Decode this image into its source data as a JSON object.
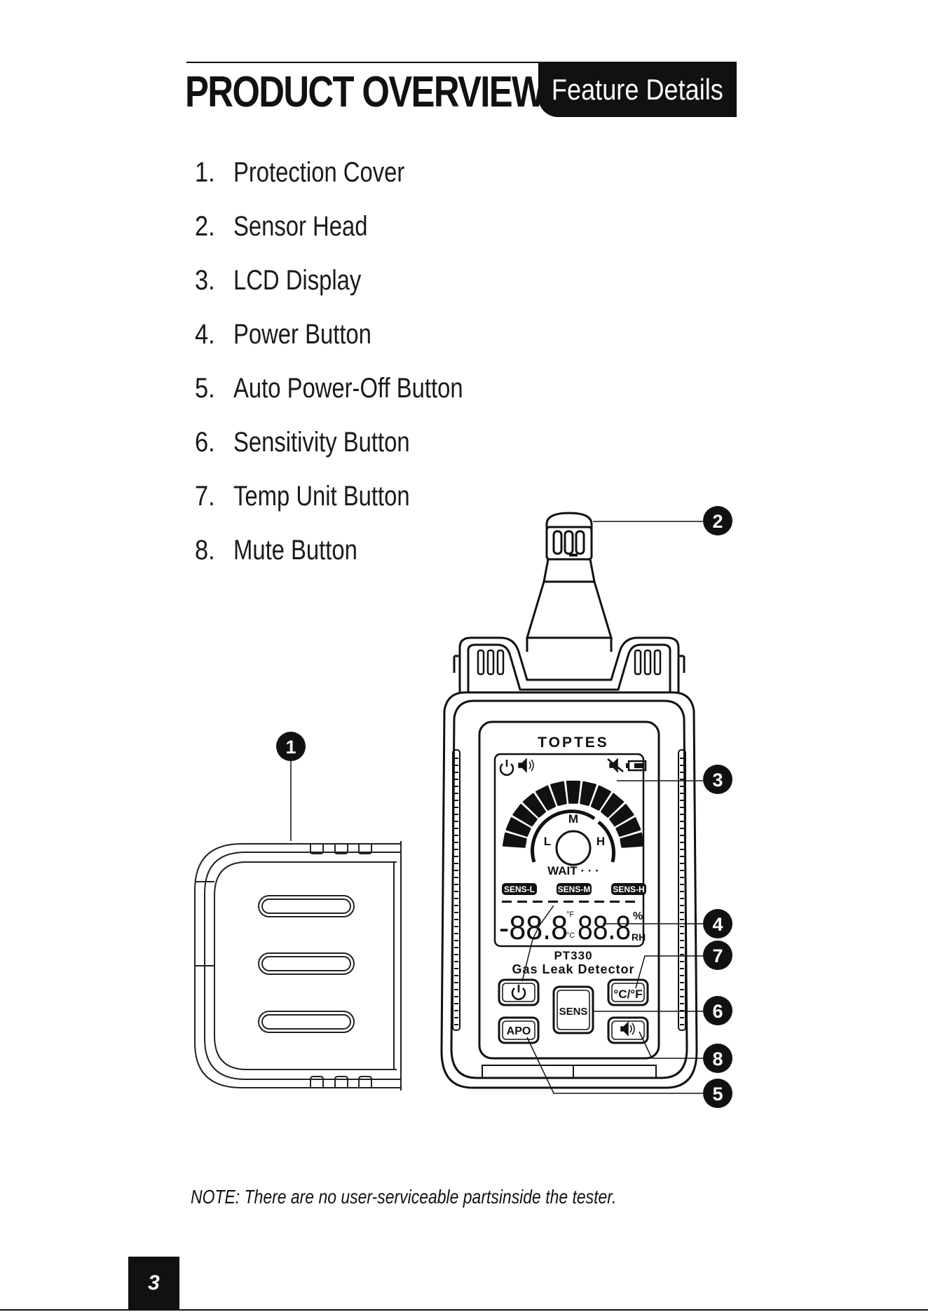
{
  "header": {
    "title": "PRODUCT OVERVIEW",
    "tab_label": "Feature Details"
  },
  "features": [
    {
      "number": "1.",
      "label": "Protection Cover"
    },
    {
      "number": "2.",
      "label": "Sensor Head"
    },
    {
      "number": "3.",
      "label": "LCD Display"
    },
    {
      "number": "4.",
      "label": "Power Button"
    },
    {
      "number": "5.",
      "label": "Auto Power-Off Button"
    },
    {
      "number": "6.",
      "label": "Sensitivity Button"
    },
    {
      "number": "7.",
      "label": "Temp Unit Button"
    },
    {
      "number": "8.",
      "label": "Mute Button"
    }
  ],
  "device": {
    "brand": "TOPTES",
    "model": "PT330",
    "name": "Gas Leak Detector",
    "gauge_levels": [
      "L",
      "M",
      "H"
    ],
    "status_text": "WAIT · · ·",
    "sens_labels": [
      "SENS-L",
      "SENS-M",
      "SENS-H"
    ],
    "digits_left": "-88.8",
    "digits_right": "88.8",
    "unit_f": "°F",
    "unit_c": "°C",
    "unit_pct": "%",
    "unit_rh": "RH",
    "btn_cf": "°C/°F",
    "btn_sens": "SENS",
    "btn_apo": "APO"
  },
  "callouts": [
    "1",
    "2",
    "3",
    "4",
    "5",
    "6",
    "7",
    "8"
  ],
  "note": "NOTE: There are no user-serviceable partsinside the tester.",
  "page_number": "3"
}
